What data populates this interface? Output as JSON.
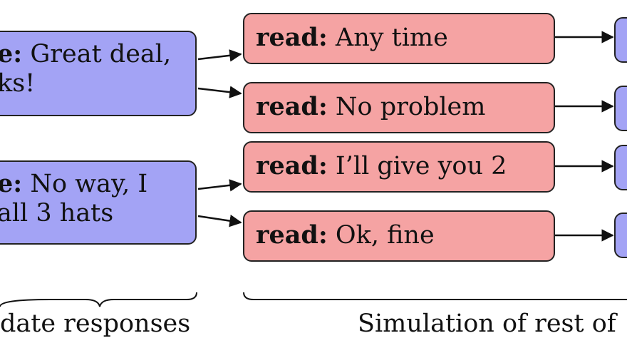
{
  "candidates": [
    {
      "speaker_fragment": "e:",
      "line1": "Great deal,",
      "line2": "ks!"
    },
    {
      "speaker_fragment": "e:",
      "line1": "No way, I",
      "line2": "all 3 hats"
    }
  ],
  "simulation_rows": [
    {
      "speaker": "read:",
      "text": "Any time"
    },
    {
      "speaker": "read:",
      "text": "No problem"
    },
    {
      "speaker": "read:",
      "text": "I’ll give you 2"
    },
    {
      "speaker": "read:",
      "text": "Ok, fine"
    }
  ],
  "labels": {
    "left_group": "date responses",
    "right_group": "Simulation of rest of"
  },
  "colors": {
    "candidate_fill": "#a3a3f5",
    "simulation_fill": "#f5a3a3",
    "border": "#222222"
  }
}
